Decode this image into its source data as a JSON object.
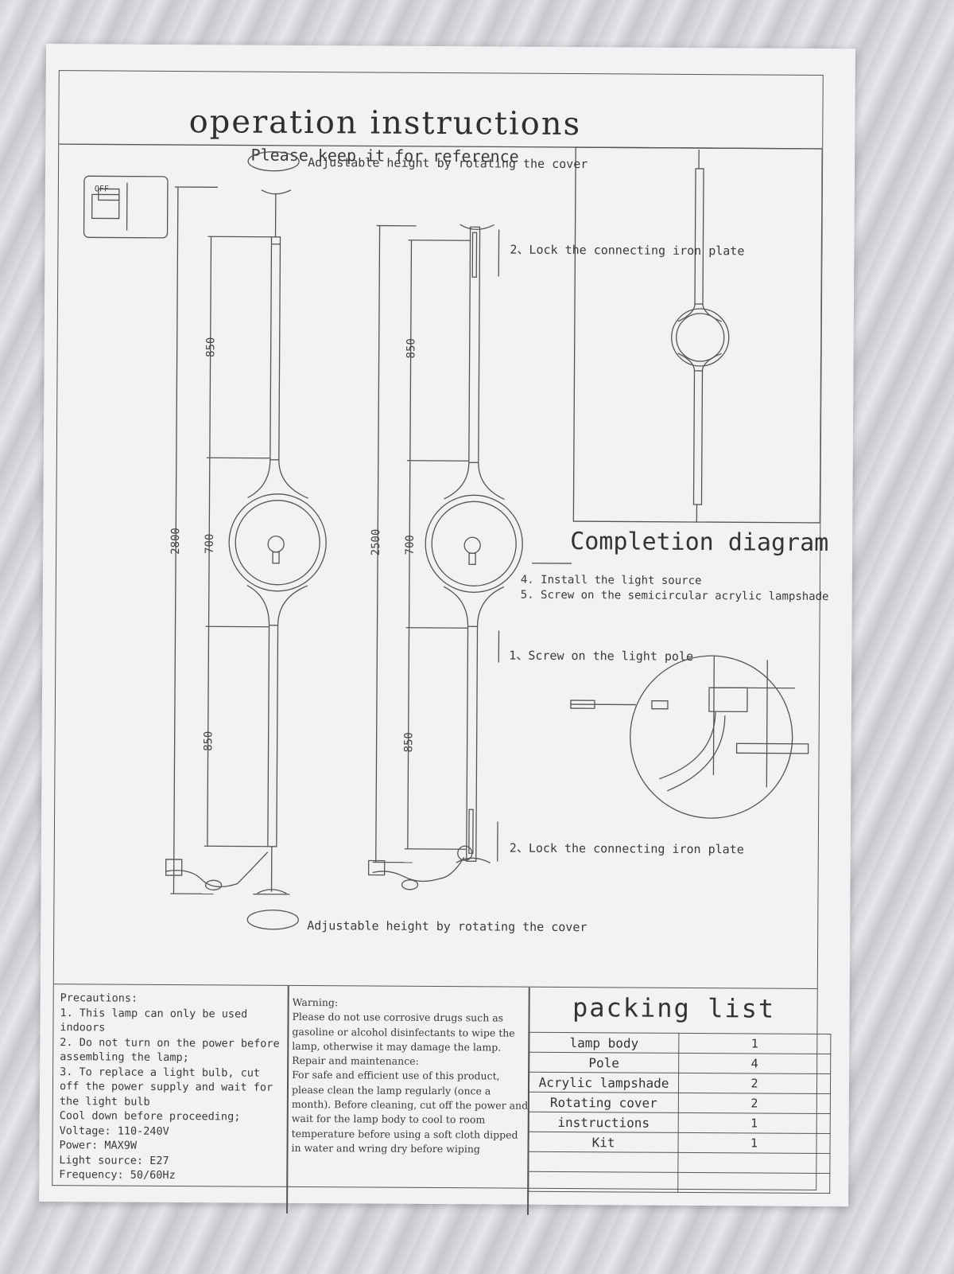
{
  "header": {
    "title": "operation instructions",
    "subtitle": "Please keep it for reference"
  },
  "switch_label": "OFF",
  "notes": {
    "adjust_top": "Adjustable height by rotating the cover",
    "adjust_bottom": "Adjustable height by rotating the cover",
    "lock_top": "2、Lock the connecting iron plate",
    "lock_bottom": "2、Lock the connecting iron plate",
    "install": "4.    Install the light source",
    "screw_shade": "5. Screw on the semicircular acrylic lampshade",
    "screw_pole": "1、Screw on the light pole",
    "completion": "Completion diagram"
  },
  "dimensions": {
    "left_total": "2800",
    "right_total": "2500",
    "left_upper": "850",
    "left_middle": "700",
    "left_lower": "850",
    "right_upper": "850",
    "right_middle": "700",
    "right_lower": "850"
  },
  "precautions": [
    "Precautions:",
    "1. This lamp can only be used indoors",
    "2. Do not turn on the power before assembling the lamp;",
    "3. To replace a light bulb, cut off the power supply and wait for the light bulb",
    "Cool down before proceeding;",
    "Voltage: 110-240V",
    "Power: MAX9W",
    "Light source: E27",
    "Frequency: 50/60Hz"
  ],
  "warning": [
    "Warning:",
    "Please do not use corrosive drugs such as gasoline or alcohol disinfectants to wipe the lamp, otherwise it may damage the lamp.",
    "Repair and maintenance:",
    "For safe and efficient use of this product, please clean the lamp regularly (once a month). Before cleaning, cut off the power and wait for the lamp body to cool to room temperature before using a soft cloth dipped in water and wring dry before wiping"
  ],
  "packing": {
    "title": "packing list",
    "rows": [
      {
        "item": "lamp body",
        "qty": "1"
      },
      {
        "item": "Pole",
        "qty": "4"
      },
      {
        "item": "Acrylic lampshade",
        "qty": "2"
      },
      {
        "item": "Rotating cover",
        "qty": "2"
      },
      {
        "item": "instructions",
        "qty": "1"
      },
      {
        "item": "Kit",
        "qty": "1"
      },
      {
        "item": "",
        "qty": ""
      },
      {
        "item": "",
        "qty": ""
      }
    ]
  }
}
